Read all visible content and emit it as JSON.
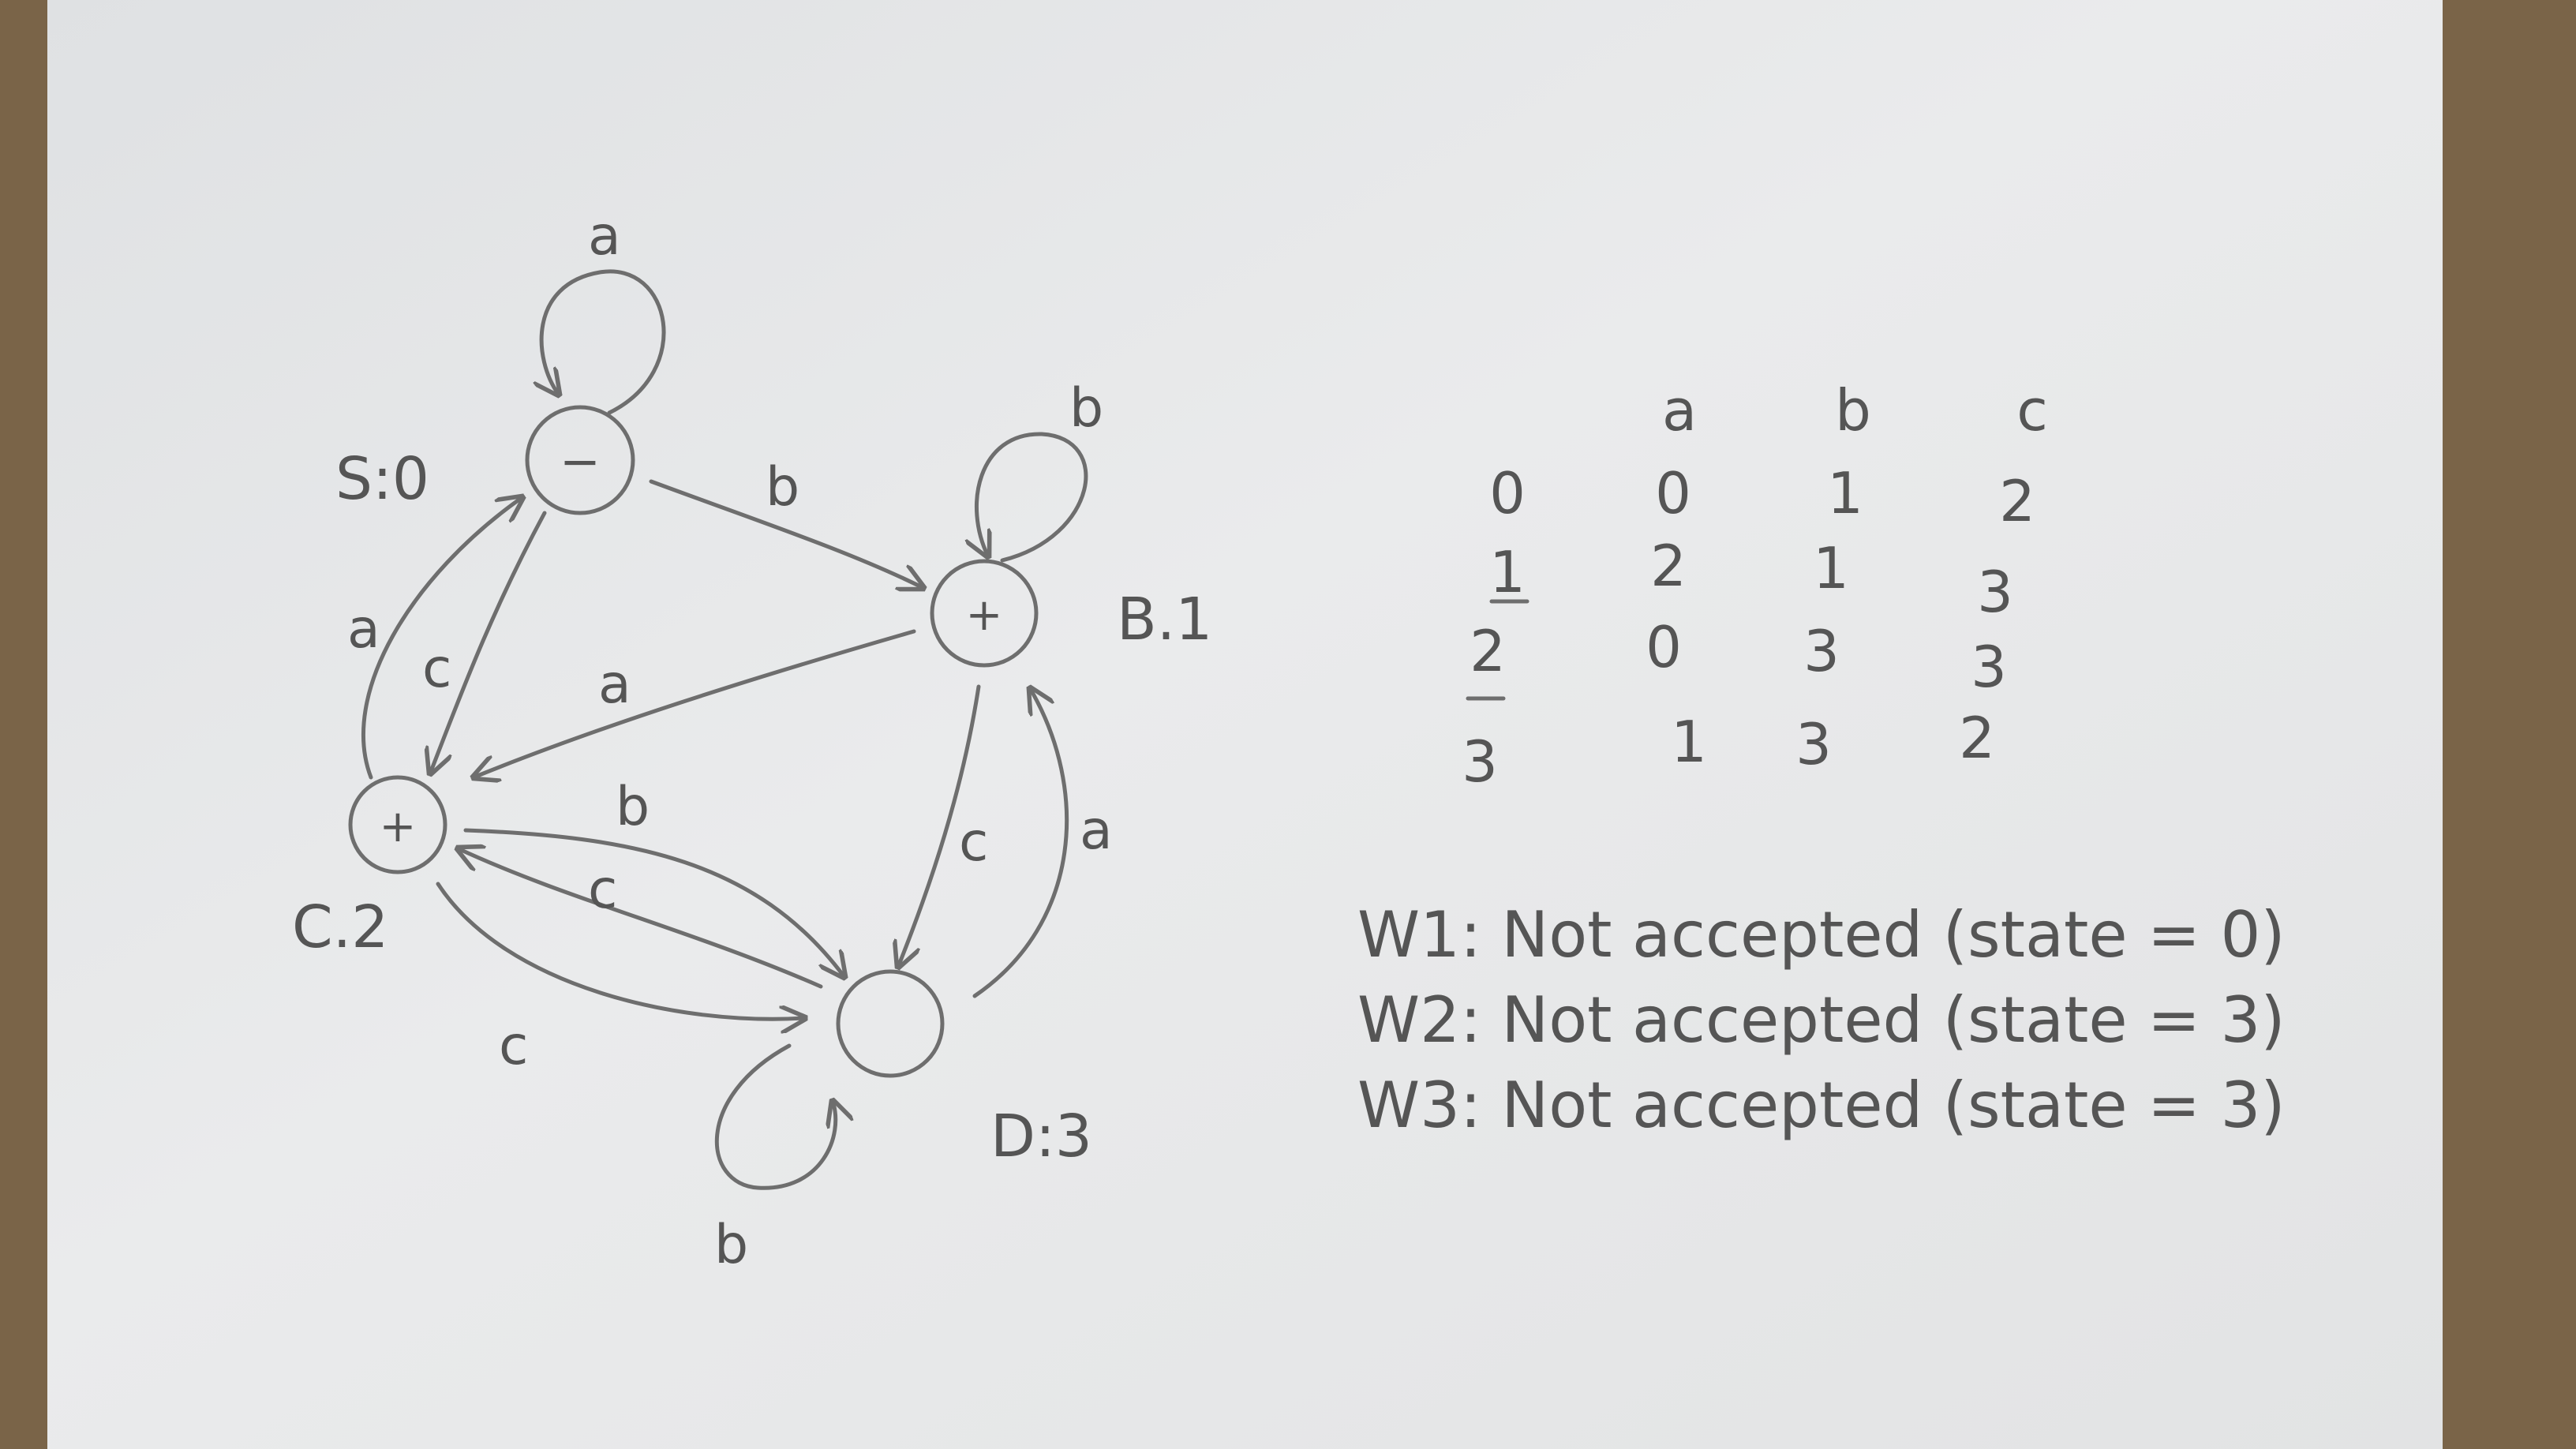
{
  "diagram": {
    "states": {
      "S": {
        "label": "S:0",
        "symbol": "−"
      },
      "B": {
        "label": "B.1",
        "symbol": "+"
      },
      "C": {
        "label": "C.2",
        "symbol": "+"
      },
      "D": {
        "label": "D:3",
        "symbol": ""
      }
    },
    "edges": {
      "S_self": "a",
      "S_to_B": "b",
      "B_self": "b",
      "B_to_C": "a",
      "C_to_S": "a",
      "S_to_C": "c",
      "C_to_D": "b",
      "D_to_C": "c",
      "C_to_D_lower": "c",
      "B_to_D": "c",
      "D_to_B": "a",
      "D_self": "b"
    }
  },
  "table": {
    "headers": [
      "a",
      "b",
      "c"
    ],
    "rows": [
      {
        "state": "0",
        "cells": [
          "0",
          "1",
          "2"
        ]
      },
      {
        "state": "1",
        "cells": [
          "2",
          "1",
          "3"
        ]
      },
      {
        "state": "2",
        "cells": [
          "0",
          "3",
          "3"
        ]
      },
      {
        "state": "3",
        "cells": [
          "1",
          "3",
          "2"
        ]
      }
    ]
  },
  "results": [
    "W1: Not accepted (state = 0)",
    "W2: Not accepted (state = 3)",
    "W3: Not accepted (state = 3)"
  ],
  "colors": {
    "paper": "#e8e9ea",
    "ink": "#6e6e6e",
    "background": "#7a6448"
  }
}
